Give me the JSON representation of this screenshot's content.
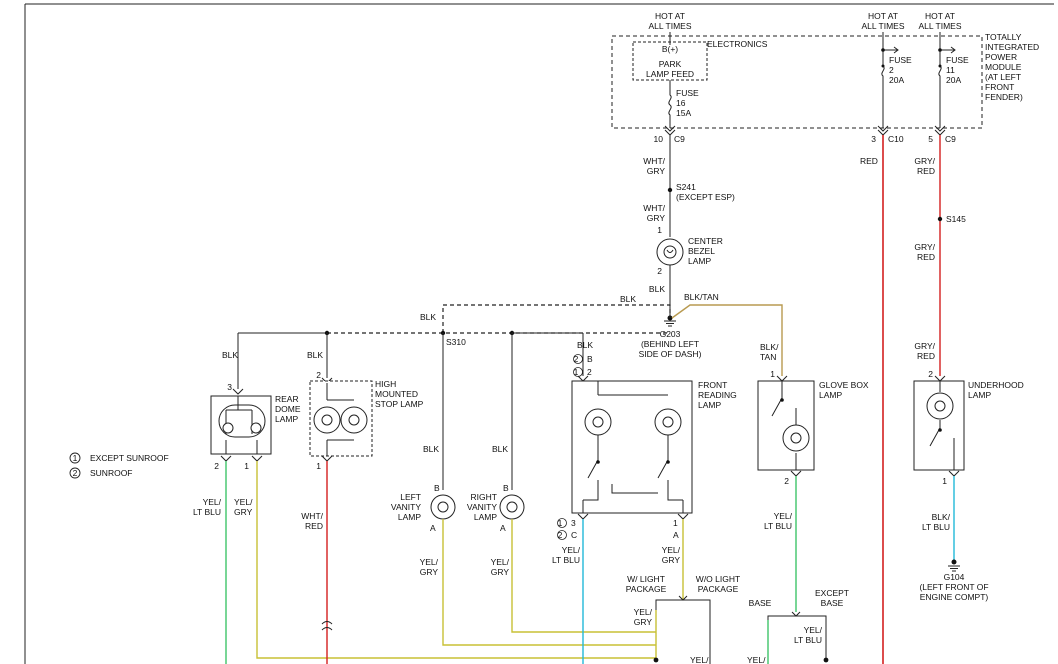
{
  "colors": {
    "red": "#d42020",
    "green": "#3fc46a",
    "cyan": "#22b8d8",
    "yellow": "#c8c035",
    "tan": "#b89a50",
    "black": "#222222"
  },
  "top": {
    "hot1": [
      "HOT AT",
      "ALL TIMES"
    ],
    "hot2": [
      "HOT AT",
      "ALL TIMES"
    ],
    "hot3": [
      "HOT AT",
      "ALL TIMES"
    ],
    "electronics": "ELECTRONICS",
    "bplus": "B(+)",
    "park": [
      "PARK",
      "LAMP FEED"
    ],
    "fuse16": [
      "FUSE",
      "16",
      "15A"
    ],
    "fuse2": [
      "FUSE",
      "2",
      "20A"
    ],
    "fuse11": [
      "FUSE",
      "11",
      "20A"
    ],
    "tipm": [
      "TOTALLY",
      "INTEGRATED",
      "POWER",
      "MODULE",
      "(AT LEFT",
      "FRONT",
      "FENDER)"
    ],
    "c9a": [
      "10",
      "C9"
    ],
    "c10": [
      "3",
      "C10"
    ],
    "c9b": [
      "5",
      "C9"
    ]
  },
  "wires": {
    "wht_gry1": [
      "WHT/",
      "GRY"
    ],
    "wht_gry2": [
      "WHT/",
      "GRY"
    ],
    "red": "RED",
    "gry_red1": [
      "GRY/",
      "RED"
    ],
    "gry_red2": [
      "GRY/",
      "RED"
    ],
    "gry_red3": [
      "GRY/",
      "RED"
    ],
    "blk_bezel": "BLK",
    "blk_mid": "BLK",
    "blk_left": "BLK",
    "blk_g1": "BLK",
    "blk_g2": "BLK",
    "blk_tan": "BLK/TAN",
    "blk_tan2": [
      "BLK/",
      "TAN"
    ],
    "blk_front": "BLK",
    "blk_v1": "BLK",
    "blk_v2": "BLK",
    "blk_ltblu": [
      "BLK/",
      "LT BLU"
    ],
    "yel_ltblu1": [
      "YEL/",
      "LT BLU"
    ],
    "yel_gry1": [
      "YEL/",
      "GRY"
    ],
    "wht_red": [
      "WHT/",
      "RED"
    ],
    "yel_gry_lv": [
      "YEL/",
      "GRY"
    ],
    "yel_gry_rv": [
      "YEL/",
      "GRY"
    ],
    "yel_ltblu_fr": [
      "YEL/",
      "LT BLU"
    ],
    "yel_gry_fr": [
      "YEL/",
      "GRY"
    ],
    "yel_gry_pkg": [
      "YEL/",
      "GRY"
    ],
    "yel_ltblu_gb": [
      "YEL/",
      "LT BLU"
    ],
    "yel_ltblu_bot": [
      "YEL/",
      "LT BLU"
    ],
    "yel_bot1": "YEL/",
    "yel_bot2": "YEL/"
  },
  "splices": {
    "s241": [
      "S241",
      "(EXCEPT ESP)"
    ],
    "s145": "S145",
    "s310": "S310",
    "g203": [
      "G203",
      "(BEHIND LEFT",
      "SIDE OF DASH)"
    ],
    "g104": [
      "G104",
      "(LEFT FRONT OF",
      "ENGINE COMPT)"
    ]
  },
  "components": {
    "center_bezel": [
      "CENTER",
      "BEZEL",
      "LAMP"
    ],
    "rear_dome": [
      "REAR",
      "DOME",
      "LAMP"
    ],
    "hmsl": [
      "HIGH",
      "MOUNTED",
      "STOP LAMP"
    ],
    "left_vanity": [
      "LEFT",
      "VANITY",
      "LAMP"
    ],
    "right_vanity": [
      "RIGHT",
      "VANITY",
      "LAMP"
    ],
    "front_reading": [
      "FRONT",
      "READING",
      "LAMP"
    ],
    "glove_box": [
      "GLOVE BOX",
      "LAMP"
    ],
    "underhood": [
      "UNDERHOOD",
      "LAMP"
    ]
  },
  "pins": {
    "bezel1": "1",
    "bezel2": "2",
    "dome3": "3",
    "dome2": "2",
    "dome1": "1",
    "hm2": "2",
    "hm1": "1",
    "lvB": "B",
    "lvA": "A",
    "rvB": "B",
    "rvA": "A",
    "fr_b": "B",
    "fr_2": "2",
    "fr_3": "3",
    "fr_c": "C",
    "fr_1": "1",
    "fr_a": "A",
    "gb1": "1",
    "gb2": "2",
    "uh2": "2",
    "uh1": "1"
  },
  "legend": {
    "n1": "1",
    "n2": "2",
    "except_sunroof": "EXCEPT SUNROOF",
    "sunroof": "SUNROOF"
  },
  "packages": {
    "w_light": [
      "W/ LIGHT",
      "PACKAGE"
    ],
    "wo_light": [
      "W/O LIGHT",
      "PACKAGE"
    ],
    "base": "BASE",
    "except_base": [
      "EXCEPT",
      "BASE"
    ]
  }
}
